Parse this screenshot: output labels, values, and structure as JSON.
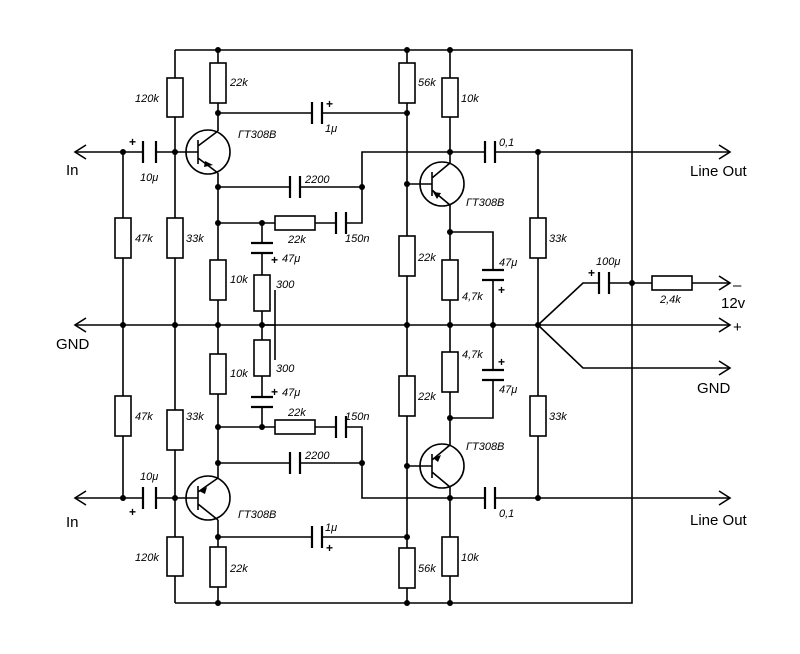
{
  "ports": {
    "in_top": "In",
    "in_bottom": "In",
    "gnd_left": "GND",
    "line_out_top": "Line Out",
    "line_out_bottom": "Line Out",
    "supply_minus": "–",
    "supply_voltage": "12v",
    "supply_plus": "+",
    "gnd_right": "GND"
  },
  "polarity": {
    "plus": "+"
  },
  "transistors": {
    "q1": "ГТ308В",
    "q2": "ГТ308В",
    "q3": "ГТ308В",
    "q4": "ГТ308В"
  },
  "resistors": {
    "r120k_top": "120k",
    "r22k_top_col": "22k",
    "r56k_top": "56k",
    "r10k_top": "10k",
    "r47k_top": "47k",
    "r33k_top": "33k",
    "r10k_mid_top": "10k",
    "r22k_fb_top": "22k",
    "r300_top": "300",
    "r22k_mid_top": "22k",
    "r4k7_top": "4,7k",
    "r33k_right_top": "33k",
    "r2k4": "2,4k",
    "r47k_bot": "47k",
    "r33k_bot": "33k",
    "r10k_mid_bot": "10k",
    "r300_bot": "300",
    "r22k_fb_bot": "22k",
    "r22k_mid_bot": "22k",
    "r4k7_bot": "4,7k",
    "r33k_right_bot": "33k",
    "r120k_bot": "120k",
    "r22k_bot_col": "22k",
    "r56k_bot": "56k",
    "r10k_bot": "10k"
  },
  "capacitors": {
    "c_in_top": "10μ",
    "c_1u_top": "1μ",
    "c_out_top": "0,1",
    "c_2200_top": "2200",
    "c_150n_top": "150n",
    "c_47u_left_top": "47μ",
    "c_47u_right_top": "47μ",
    "c_100u": "100μ",
    "c_47u_left_bot": "47μ",
    "c_47u_right_bot": "47μ",
    "c_150n_bot": "150n",
    "c_2200_bot": "2200",
    "c_in_bot": "10μ",
    "c_out_bot": "0,1",
    "c_1u_bot": "1μ"
  }
}
